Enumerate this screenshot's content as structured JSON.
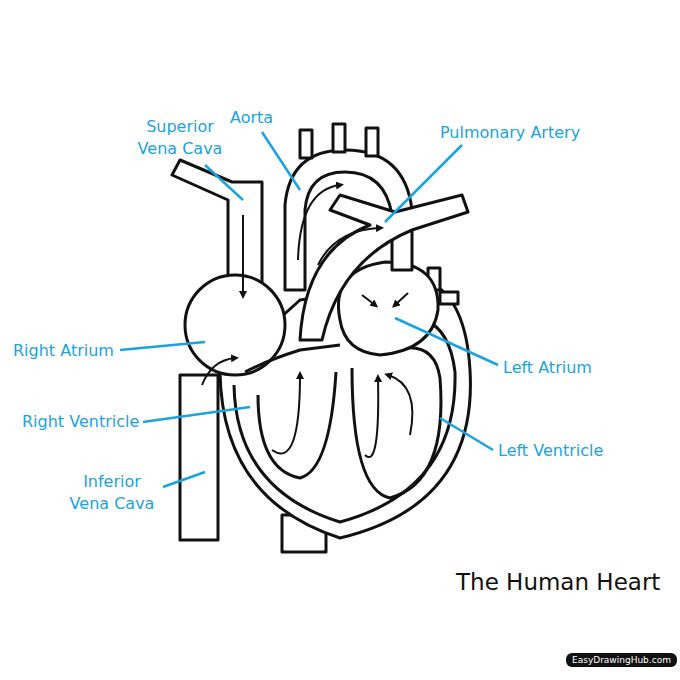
{
  "diagram": {
    "title": "The Human Heart",
    "labels": [
      "Superior Vena Cava",
      "Aorta",
      "Pulmonary Artery",
      "Right Atrium",
      "Left Atrium",
      "Right Ventricle",
      "Left Ventricle",
      "Inferior Vena Cava",
      "EasyDrawingHub.com"
    ]
  }
}
